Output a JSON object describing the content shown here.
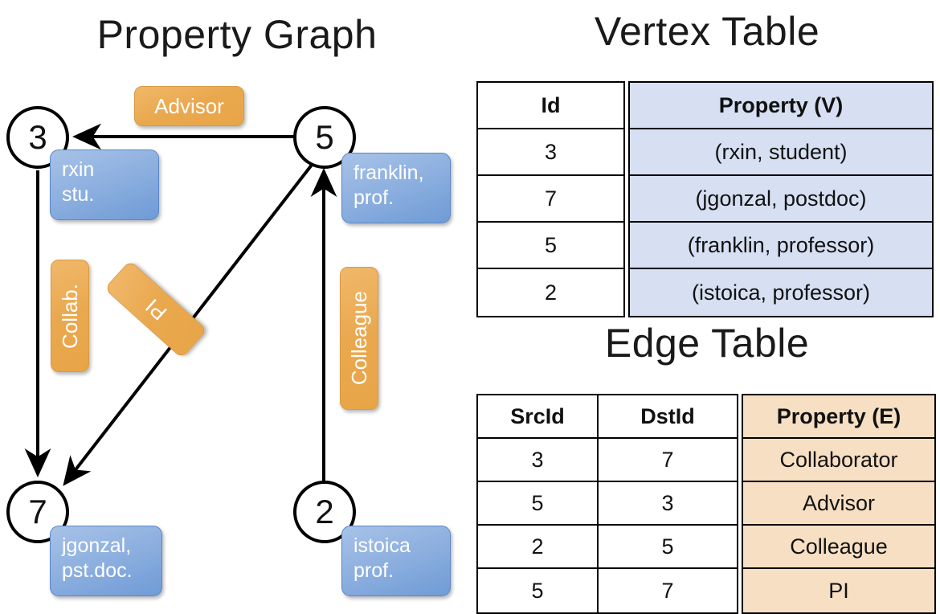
{
  "titles": {
    "property_graph": "Property Graph",
    "vertex_table": "Vertex Table",
    "edge_table": "Edge Table"
  },
  "graph": {
    "nodes": [
      {
        "id": "3",
        "property": [
          "rxin",
          "stu."
        ]
      },
      {
        "id": "5",
        "property": [
          "franklin,",
          "prof."
        ]
      },
      {
        "id": "7",
        "property": [
          "jgonzal,",
          "pst.doc."
        ]
      },
      {
        "id": "2",
        "property": [
          "istoica",
          "prof."
        ]
      }
    ],
    "edge_labels": [
      {
        "name": "advisor",
        "text": "Advisor"
      },
      {
        "name": "collab",
        "text": "Collab."
      },
      {
        "name": "pi",
        "text": "PI"
      },
      {
        "name": "colleague",
        "text": "Colleague"
      }
    ],
    "edges": [
      {
        "from": "5",
        "to": "3",
        "label": "Advisor"
      },
      {
        "from": "3",
        "to": "7",
        "label": "Collab."
      },
      {
        "from": "5",
        "to": "7",
        "label": "PI"
      },
      {
        "from": "2",
        "to": "5",
        "label": "Colleague"
      }
    ]
  },
  "vertex_table": {
    "headers": [
      "Id",
      "Property (V)"
    ],
    "rows": [
      {
        "id": "3",
        "property": "(rxin, student)"
      },
      {
        "id": "7",
        "property": "(jgonzal, postdoc)"
      },
      {
        "id": "5",
        "property": "(franklin, professor)"
      },
      {
        "id": "2",
        "property": "(istoica, professor)"
      }
    ]
  },
  "edge_table": {
    "headers": [
      "SrcId",
      "DstId",
      "Property (E)"
    ],
    "rows": [
      {
        "src": "3",
        "dst": "7",
        "property": "Collaborator"
      },
      {
        "src": "5",
        "dst": "3",
        "property": "Advisor"
      },
      {
        "src": "2",
        "dst": "5",
        "property": "Colleague"
      },
      {
        "src": "5",
        "dst": "7",
        "property": "PI"
      }
    ]
  },
  "colors": {
    "vertex_property_cell": "#d6e0f2",
    "edge_property_cell": "#f7dfc3",
    "node_property_box": "#8fb1e0",
    "edge_label_box": "#eaa84e",
    "stroke": "#000000",
    "background": "#ffffff"
  }
}
